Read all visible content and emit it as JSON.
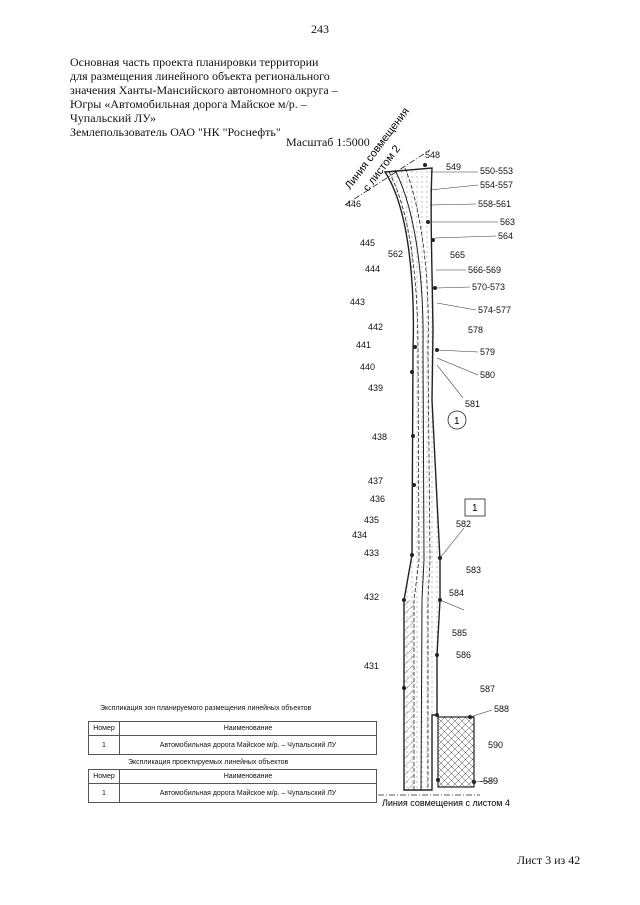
{
  "page_number": "243",
  "title_lines": [
    "Основная часть проекта планировки территории",
    "для размещения линейного объекта регионального",
    "значения Ханты-Мансийского автономного округа –",
    "Югры  «Автомобильная дорога Майское м/р. –",
    "Чупальский ЛУ»",
    "Землепользователь ОАО \"НК \"Роснефть\""
  ],
  "scale": "Масштаб 1:5000",
  "match_line_top": [
    "Линия совмещения",
    "с листом 2"
  ],
  "match_line_bottom": "Линия совмещения с листом 4",
  "point_labels": {
    "p548": "548",
    "p549": "549",
    "p550": "550-553",
    "p554": "554-557",
    "p558": "558-561",
    "p563": "563",
    "p564": "564",
    "p565": "565",
    "p566": "566-569",
    "p570": "570-573",
    "p574": "574-577",
    "p578": "578",
    "p579": "579",
    "p580": "580",
    "p581": "581",
    "p582": "582",
    "p583": "583",
    "p584": "584",
    "p585": "585",
    "p586": "586",
    "p587": "587",
    "p588": "588",
    "p589": "-589",
    "p590": "590",
    "p446": "446",
    "p445": "445",
    "p444": "444",
    "p443": "443",
    "p442": "442",
    "p441": "441",
    "p440": "440",
    "p439": "439",
    "p438": "438",
    "p437": "437",
    "p436": "436",
    "p435": "435",
    "p434": "434",
    "p433": "433",
    "p432": "432",
    "p431": "431",
    "p562": "562"
  },
  "zone_markers": {
    "circle": "1",
    "square": "1"
  },
  "table1": {
    "title": "Экспликация зон планируемого размещения линейных объектов",
    "headers": [
      "Номер",
      "Наименование"
    ],
    "rows": [
      [
        "1",
        "Автомобильная дорога Майское м/р. – Чупальский ЛУ"
      ]
    ]
  },
  "table2": {
    "title": "Экспликация проектируемых линейных объектов",
    "headers": [
      "Номер",
      "Наименование"
    ],
    "rows": [
      [
        "1",
        "Автомобильная дорога Майское м/р. – Чупальский ЛУ"
      ]
    ]
  },
  "sheet": "Лист 3 из 42"
}
